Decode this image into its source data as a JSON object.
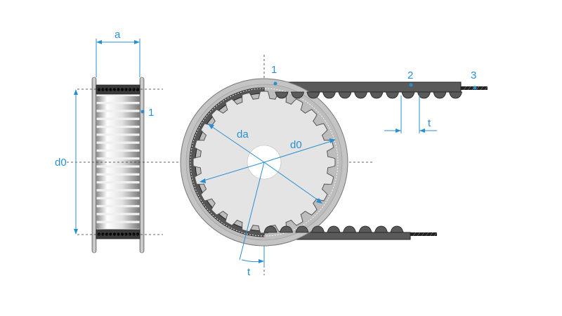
{
  "labels": {
    "width": "a",
    "pitch_diameter_side": "d0",
    "pitch_diameter_front": "d0",
    "outer_diameter": "da",
    "pitch_belt": "t",
    "pitch_pulley": "t",
    "part_1_side": "1",
    "part_1_front": "1",
    "part_2": "2",
    "part_3": "3"
  },
  "colors": {
    "dimension": "#2a8fd0",
    "belt": "#555555",
    "flange": "#bdbdbd",
    "pulley_face": "#e4e4e4"
  }
}
